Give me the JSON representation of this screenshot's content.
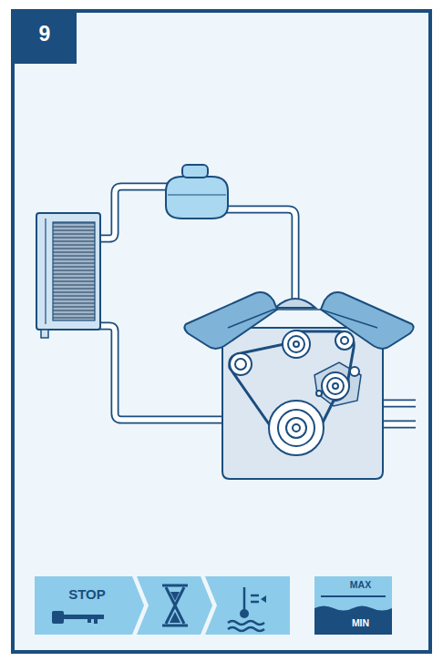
{
  "diagram": {
    "nodes": [
      {
        "text": [
          "9"
        ]
      },
      {
        "text": [
          "STOP"
        ]
      },
      {
        "text": [
          "MAX",
          "MIN"
        ]
      }
    ]
  }
}
